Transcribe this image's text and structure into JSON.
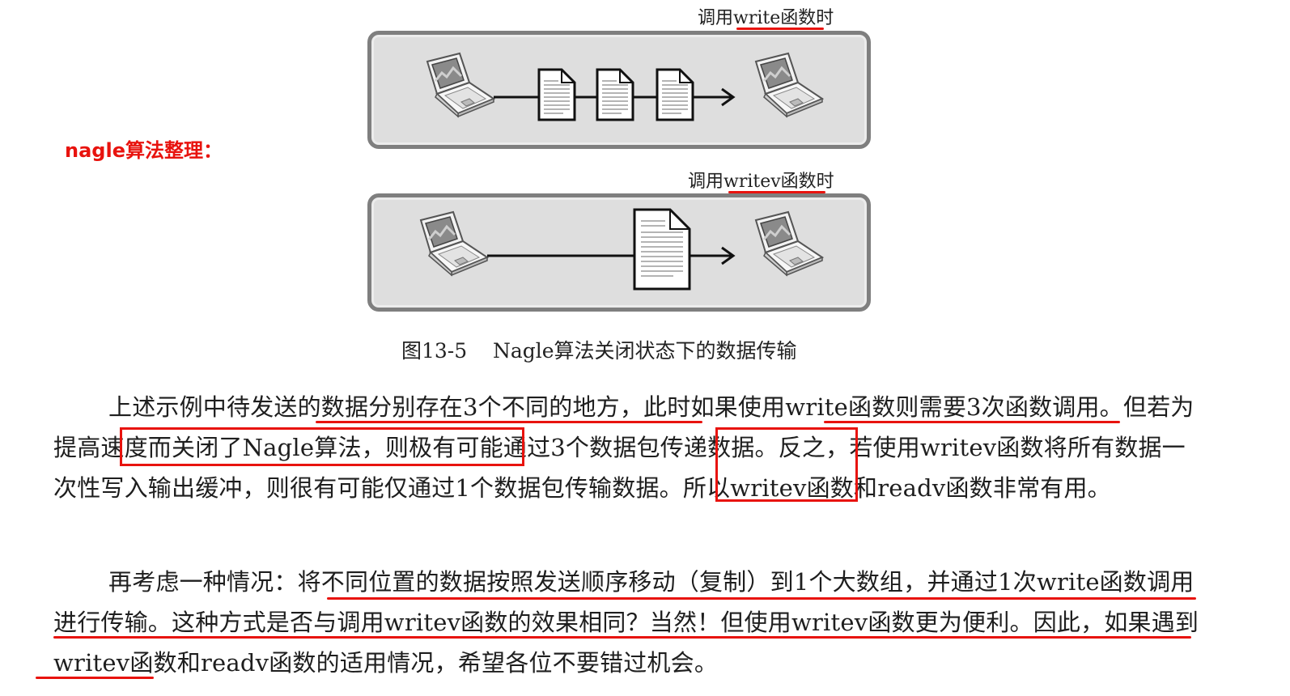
{
  "note": {
    "text": "nagle算法整理："
  },
  "figure": {
    "top_label": "调用write函数时",
    "bottom_label": "调用writev函数时",
    "caption": "图13-5    Nagle算法关闭状态下的数据传输"
  },
  "paragraphs": [
    "上述示例中待发送的数据分别存在3个不同的地方，此时如果使用write函数则需要3次函数调用。但若为提高速度而关闭了Nagle算法，则极有可能通过3个数据包传递数据。反之，若使用writev函数将所有数据一次性写入输出缓冲，则很有可能仅通过1个数据包传输数据。所以writev函数和readv函数非常有用。",
    "再考虑一种情况：将不同位置的数据按照发送顺序移动（复制）到1个大数组，并通过1次write函数调用进行传输。这种方式是否与调用writev函数的效果相同？当然！但使用writev函数更为便利。因此，如果遇到writev函数和readv函数的适用情况，希望各位不要错过机会。"
  ],
  "colors": {
    "annotation_red": "#e8130e",
    "panel_gray": "#dedede"
  },
  "icons": [
    "laptop-icon",
    "document-icon",
    "arrow-right-icon"
  ]
}
